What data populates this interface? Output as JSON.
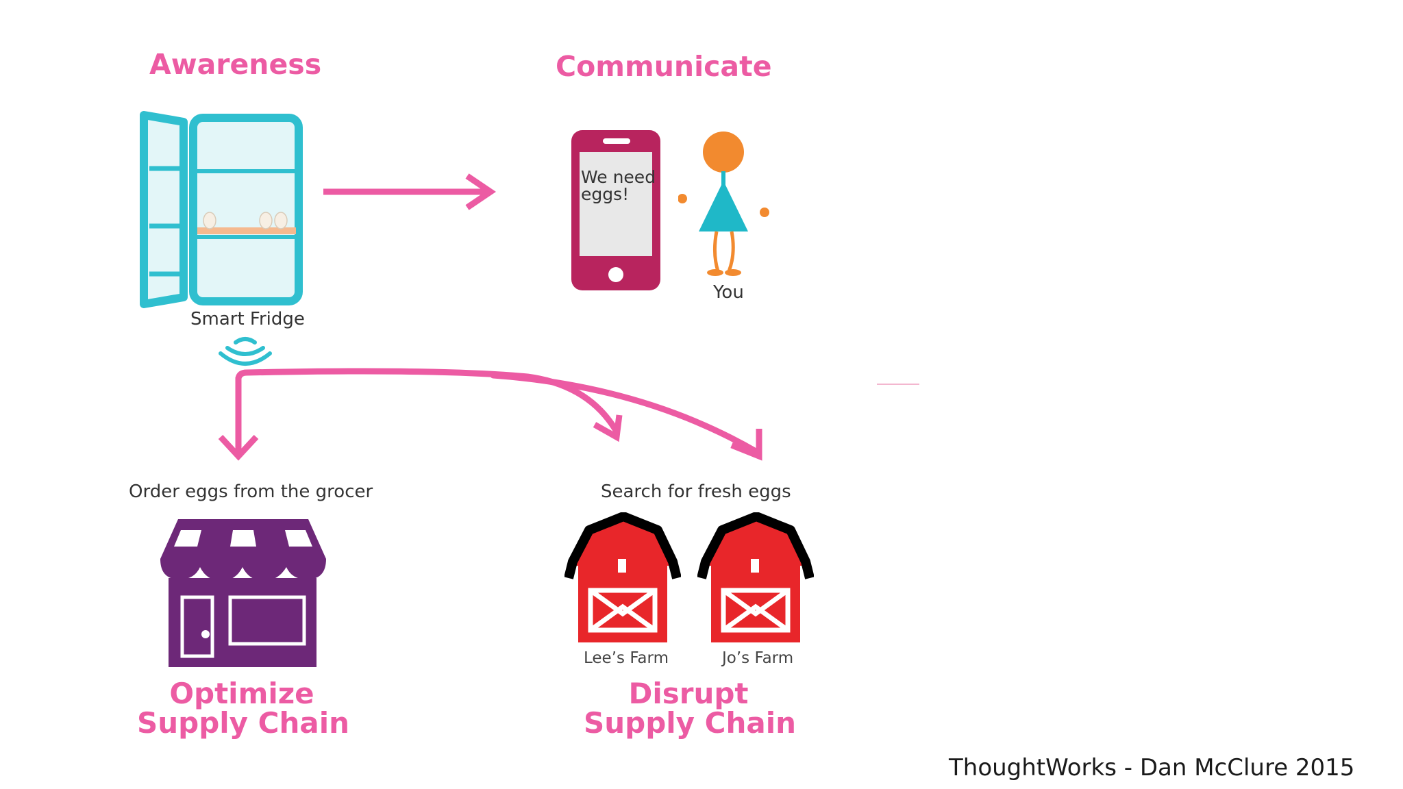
{
  "colors": {
    "pink": "#ec5ba3",
    "teal": "#2fbfcf",
    "magenta": "#b8245e",
    "orange": "#f28a2f",
    "purple": "#6d2878",
    "barn_red": "#e8262a"
  },
  "headings": {
    "awareness": "Awareness",
    "communicate": "Communicate"
  },
  "fridge": {
    "label": "Smart Fridge",
    "icon": "fridge-icon"
  },
  "phone": {
    "message": "We need\neggs!",
    "icon": "smartphone-icon"
  },
  "person": {
    "label": "You",
    "icon": "person-icon"
  },
  "grocer": {
    "caption": "Order eggs from the grocer",
    "outcome_line1": "Optimize",
    "outcome_line2": "Supply Chain",
    "icon": "storefront-icon"
  },
  "farms": {
    "caption": "Search for fresh eggs",
    "items": [
      {
        "label": "Lee’s Farm",
        "icon": "barn-icon"
      },
      {
        "label": "Jo’s Farm",
        "icon": "barn-icon"
      }
    ],
    "outcome_line1": "Disrupt",
    "outcome_line2": "Supply Chain"
  },
  "credit": "ThoughtWorks - Dan McClure 2015"
}
